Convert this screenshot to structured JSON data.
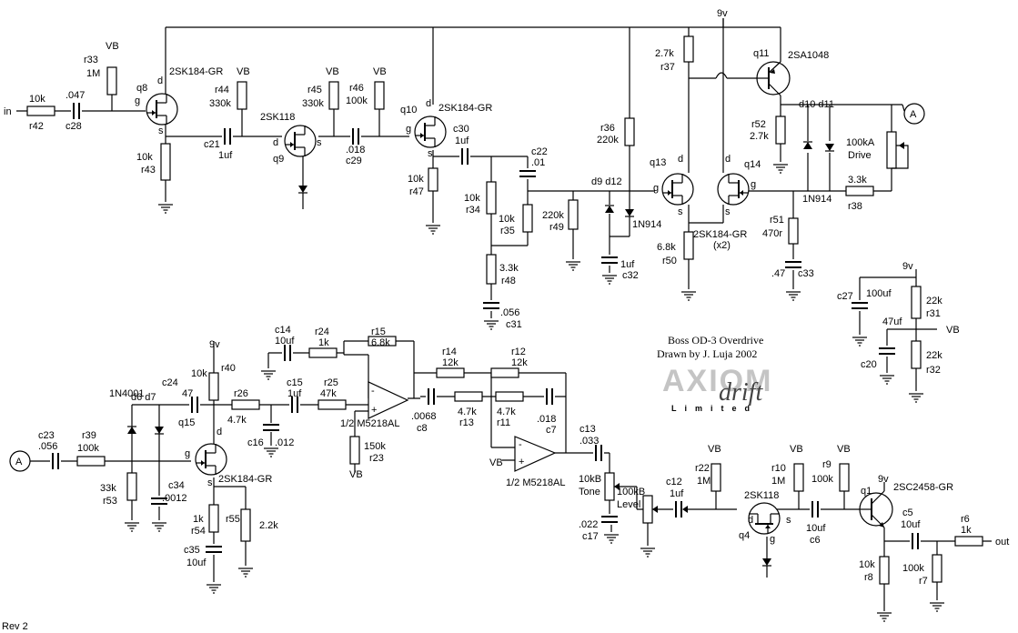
{
  "title": {
    "line1": "Boss OD-3 Overdrive",
    "line2": "Drawn by J. Luja 2002"
  },
  "logo": {
    "main": "AXIOM",
    "script": "drift",
    "sub": "Limited"
  },
  "revision": "Rev 2",
  "io": {
    "input": "in",
    "output": "out",
    "connector": "A"
  },
  "rails": {
    "v9": "9v",
    "vb": "VB"
  },
  "transistors": {
    "q8": {
      "ref": "q8",
      "part": "2SK184-GR"
    },
    "q9": {
      "ref": "q9",
      "part": "2SK118"
    },
    "q10": {
      "ref": "q10",
      "part": "2SK184-GR"
    },
    "q11": {
      "ref": "q11",
      "part": "2SA1048"
    },
    "q13q14": {
      "ref1": "q13",
      "ref2": "q14",
      "part": "2SK184-GR",
      "note": "(x2)"
    },
    "q15": {
      "ref": "q15",
      "part": "2SK184-GR"
    },
    "q4": {
      "ref": "q4",
      "part": "2SK118"
    },
    "q1": {
      "ref": "q1",
      "part": "2SC2458-GR"
    }
  },
  "pins": {
    "d": "d",
    "g": "g",
    "s": "s"
  },
  "opamps": {
    "part": "1/2 M5218AL",
    "plus": "+",
    "minus": "-"
  },
  "pots": {
    "drive": {
      "value": "100kA",
      "name": "Drive"
    },
    "tone": {
      "value": "10kB",
      "name": "Tone"
    },
    "level": {
      "value": "100kB",
      "name": "Level"
    }
  },
  "diodes": {
    "d9d12": {
      "refs": "d9 d12",
      "part": "1N914"
    },
    "d10d11": {
      "refs": "d10 d11",
      "part": "1N914"
    },
    "d6d7": {
      "refs": "d6 d7",
      "part": "1N4001"
    }
  },
  "parts": {
    "r42": {
      "ref": "r42",
      "val": "10k"
    },
    "c28": {
      "ref": "c28",
      "val": ".047"
    },
    "r33": {
      "ref": "r33",
      "val": "1M"
    },
    "r43": {
      "ref": "r43",
      "val": "10k"
    },
    "c21": {
      "ref": "c21",
      "val": "1uf"
    },
    "r44": {
      "ref": "r44",
      "val": "330k"
    },
    "r45": {
      "ref": "r45",
      "val": "330k"
    },
    "r46": {
      "ref": "r46",
      "val": "100k"
    },
    "c29": {
      "ref": "c29",
      "val": ".018"
    },
    "r47": {
      "ref": "r47",
      "val": "10k"
    },
    "c30": {
      "ref": "c30",
      "val": "1uf"
    },
    "c22": {
      "ref": "c22",
      "val": ".01"
    },
    "r34": {
      "ref": "r34",
      "val": "10k"
    },
    "r35": {
      "ref": "r35",
      "val": "10k"
    },
    "r48": {
      "ref": "r48",
      "val": "3.3k"
    },
    "c31": {
      "ref": "c31",
      "val": ".056"
    },
    "r36": {
      "ref": "r36",
      "val": "220k"
    },
    "r49": {
      "ref": "r49",
      "val": "220k"
    },
    "c32": {
      "ref": "c32",
      "val": "1uf"
    },
    "r37": {
      "ref": "r37",
      "val": "2.7k"
    },
    "r52": {
      "ref": "r52",
      "val": "2.7k"
    },
    "r50": {
      "ref": "r50",
      "val": "6.8k"
    },
    "r51": {
      "ref": "r51",
      "val": "470r"
    },
    "c33": {
      "ref": "c33",
      "val": ".47"
    },
    "r38": {
      "ref": "r38",
      "val": "3.3k"
    },
    "c27": {
      "ref": "c27",
      "val": "100uf"
    },
    "r31": {
      "ref": "r31",
      "val": "22k"
    },
    "c20": {
      "ref": "c20",
      "val": "47uf"
    },
    "r32": {
      "ref": "r32",
      "val": "22k"
    },
    "c23": {
      "ref": "c23",
      "val": ".056"
    },
    "r39": {
      "ref": "r39",
      "val": "100k"
    },
    "r53": {
      "ref": "r53",
      "val": "33k"
    },
    "c34": {
      "ref": "c34",
      "val": ".0012"
    },
    "c24": {
      "ref": "c24",
      "val": "47"
    },
    "r40": {
      "ref": "r40",
      "val": "10k"
    },
    "r54": {
      "ref": "r54",
      "val": "1k"
    },
    "c35": {
      "ref": "c35",
      "val": "10uf"
    },
    "r55": {
      "ref": "r55",
      "val": "2.2k"
    },
    "r26": {
      "ref": "r26",
      "val": "4.7k"
    },
    "c16": {
      "ref": "c16",
      "val": ".012"
    },
    "c14": {
      "ref": "c14",
      "val": "10uf"
    },
    "r24": {
      "ref": "r24",
      "val": "1k"
    },
    "c15": {
      "ref": "c15",
      "val": "1uf"
    },
    "r25": {
      "ref": "r25",
      "val": "47k"
    },
    "r15": {
      "ref": "r15",
      "val": "6.8k"
    },
    "r23": {
      "ref": "r23",
      "val": "150k"
    },
    "c8": {
      "ref": "c8",
      "val": ".0068"
    },
    "r13": {
      "ref": "r13",
      "val": "4.7k"
    },
    "r14": {
      "ref": "r14",
      "val": "12k"
    },
    "r12": {
      "ref": "r12",
      "val": "12k"
    },
    "r11": {
      "ref": "r11",
      "val": "4.7k"
    },
    "c7": {
      "ref": "c7",
      "val": ".018"
    },
    "c13": {
      "ref": "c13",
      "val": ".033"
    },
    "c17": {
      "ref": "c17",
      "val": ".022"
    },
    "c12": {
      "ref": "c12",
      "val": "1uf"
    },
    "r22": {
      "ref": "r22",
      "val": "1M"
    },
    "r10": {
      "ref": "r10",
      "val": "1M"
    },
    "r9": {
      "ref": "r9",
      "val": "100k"
    },
    "c6": {
      "ref": "c6",
      "val": "10uf"
    },
    "c5": {
      "ref": "c5",
      "val": "10uf"
    },
    "r6": {
      "ref": "r6",
      "val": "1k"
    },
    "r8": {
      "ref": "r8",
      "val": "10k"
    },
    "r7": {
      "ref": "r7",
      "val": "100k"
    }
  }
}
